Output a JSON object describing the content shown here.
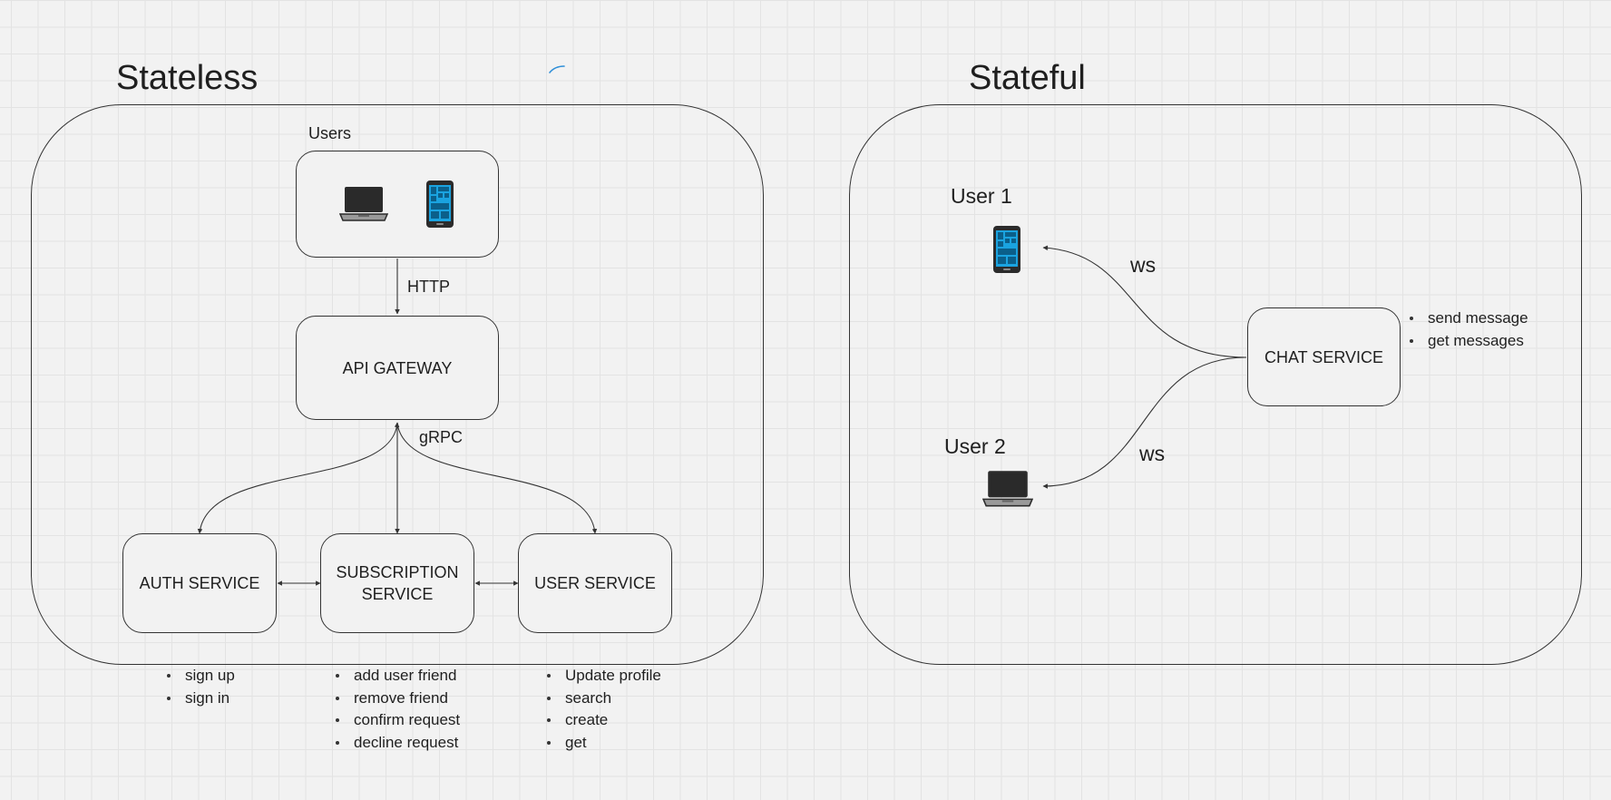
{
  "colors": {
    "background": "#f2f2f2",
    "grid": "#e3e3e3",
    "stroke": "#333333",
    "phone_screen": "#1aa3e0",
    "scribble": "#2f8fd8"
  },
  "stateless": {
    "title": "Stateless",
    "users_label": "Users",
    "users_icons": [
      "laptop-icon",
      "smartphone-icon"
    ],
    "http_label": "HTTP",
    "api_gateway": "API GATEWAY",
    "grpc_label": "gRPC",
    "services": {
      "auth": {
        "name": "AUTH SERVICE",
        "items": [
          "sign up",
          "sign in"
        ]
      },
      "subscription": {
        "name_line1": "SUBSCRIPTION",
        "name_line2": "SERVICE",
        "items": [
          "add user friend",
          "remove friend",
          "confirm request",
          "decline request"
        ]
      },
      "user": {
        "name": "USER SERVICE",
        "items": [
          "Update profile",
          "search",
          "create",
          "get"
        ]
      }
    }
  },
  "stateful": {
    "title": "Stateful",
    "user1_label": "User 1",
    "user1_icon": "smartphone-icon",
    "user2_label": "User 2",
    "user2_icon": "laptop-icon",
    "ws_label_1": "ws",
    "ws_label_2": "ws",
    "chat_service": {
      "name": "CHAT SERVICE",
      "items": [
        "send message",
        "get messages"
      ]
    }
  }
}
